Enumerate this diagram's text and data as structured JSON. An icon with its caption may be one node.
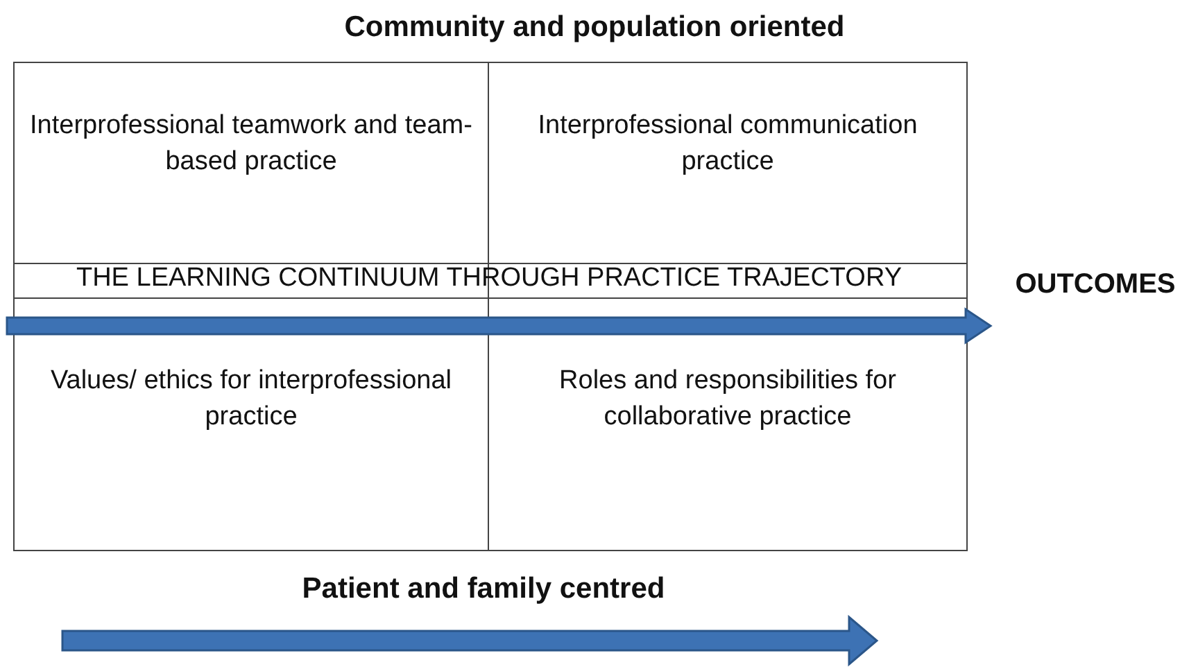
{
  "diagram": {
    "nodes": [
      {
        "text": [
          "Interprofessional teamwork and team-based practice"
        ]
      },
      {
        "text": [
          "Interprofessional communication practice"
        ]
      },
      {
        "text": [
          "Values/ ethics for interprofessional practice"
        ]
      },
      {
        "text": [
          "Roles and responsibilities for collaborative practice"
        ]
      },
      {
        "text": [
          "OUTCOMES"
        ]
      }
    ],
    "edges": [
      {
        "from": null,
        "to": 4,
        "arrow": "to",
        "style": "thick"
      }
    ],
    "labels": [
      "Community and population oriented",
      "THE LEARNING CONTINUUM THROUGH PRACTICE TRAJECTORY",
      "Patient and family centred"
    ]
  }
}
